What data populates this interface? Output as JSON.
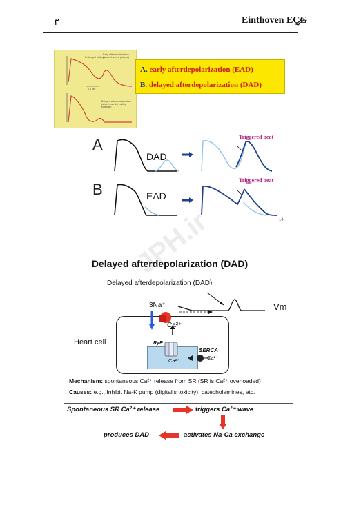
{
  "header": {
    "page_number": "٣",
    "brand": "Einthoven ECG"
  },
  "slide1": {
    "legend": [
      {
        "letter": "A.",
        "text": "early afterdepolarization (EAD)"
      },
      {
        "letter": "B.",
        "text": "delayed afterdepolarization (DAD)"
      }
    ],
    "panel_a": {
      "label": "A",
      "curve_label": "DAD",
      "triggered": "Triggered beat"
    },
    "panel_b": {
      "label": "B",
      "curve_label": "EAD",
      "triggered": "Triggered beat"
    },
    "slide_number": "14",
    "inset_labels": {
      "top_left": "Prolonged plateau",
      "top_right": "Early afterdepolarization (arises from the plateau)",
      "scale": "0.5 sec",
      "bottom": "Delayed afterdepolarization (arises from the resting potential)"
    }
  },
  "watermark": "JPH.ir",
  "slide2": {
    "title": "Delayed afterdepolarization (DAD)",
    "subtitle": "Delayed afterdepolarization (DAD)",
    "vm": "Vm",
    "na": "3Na⁺",
    "ca_pump": "Ca²⁺",
    "heart_cell": "Heart cell",
    "ryr": "RyR",
    "serca": "SERCA",
    "ca_in": "Ca²⁺",
    "ca_serca": "Ca²⁺",
    "mechanism_label": "Mechanism:",
    "mechanism_text": "spontaneous Ca²⁺ release from SR (SR is Ca²⁺ overloaded)",
    "causes_label": "Causes:",
    "causes_text": "e.g., Inhibit Na-K pump (digitalis toxicity), catecholamines, etc.",
    "flow": {
      "step1": "Spontaneous SR Ca²⁺ release",
      "step2": "triggers Ca²⁺ wave",
      "step3": "activates Na-Ca exchange",
      "step4": "produces DAD"
    }
  },
  "colors": {
    "legend_bg": "#fbe700",
    "legend_text": "#cc2222",
    "arrow_red": "#e8332a",
    "trace_dark": "#1f3f8a",
    "trace_light": "#8fc4e8"
  }
}
